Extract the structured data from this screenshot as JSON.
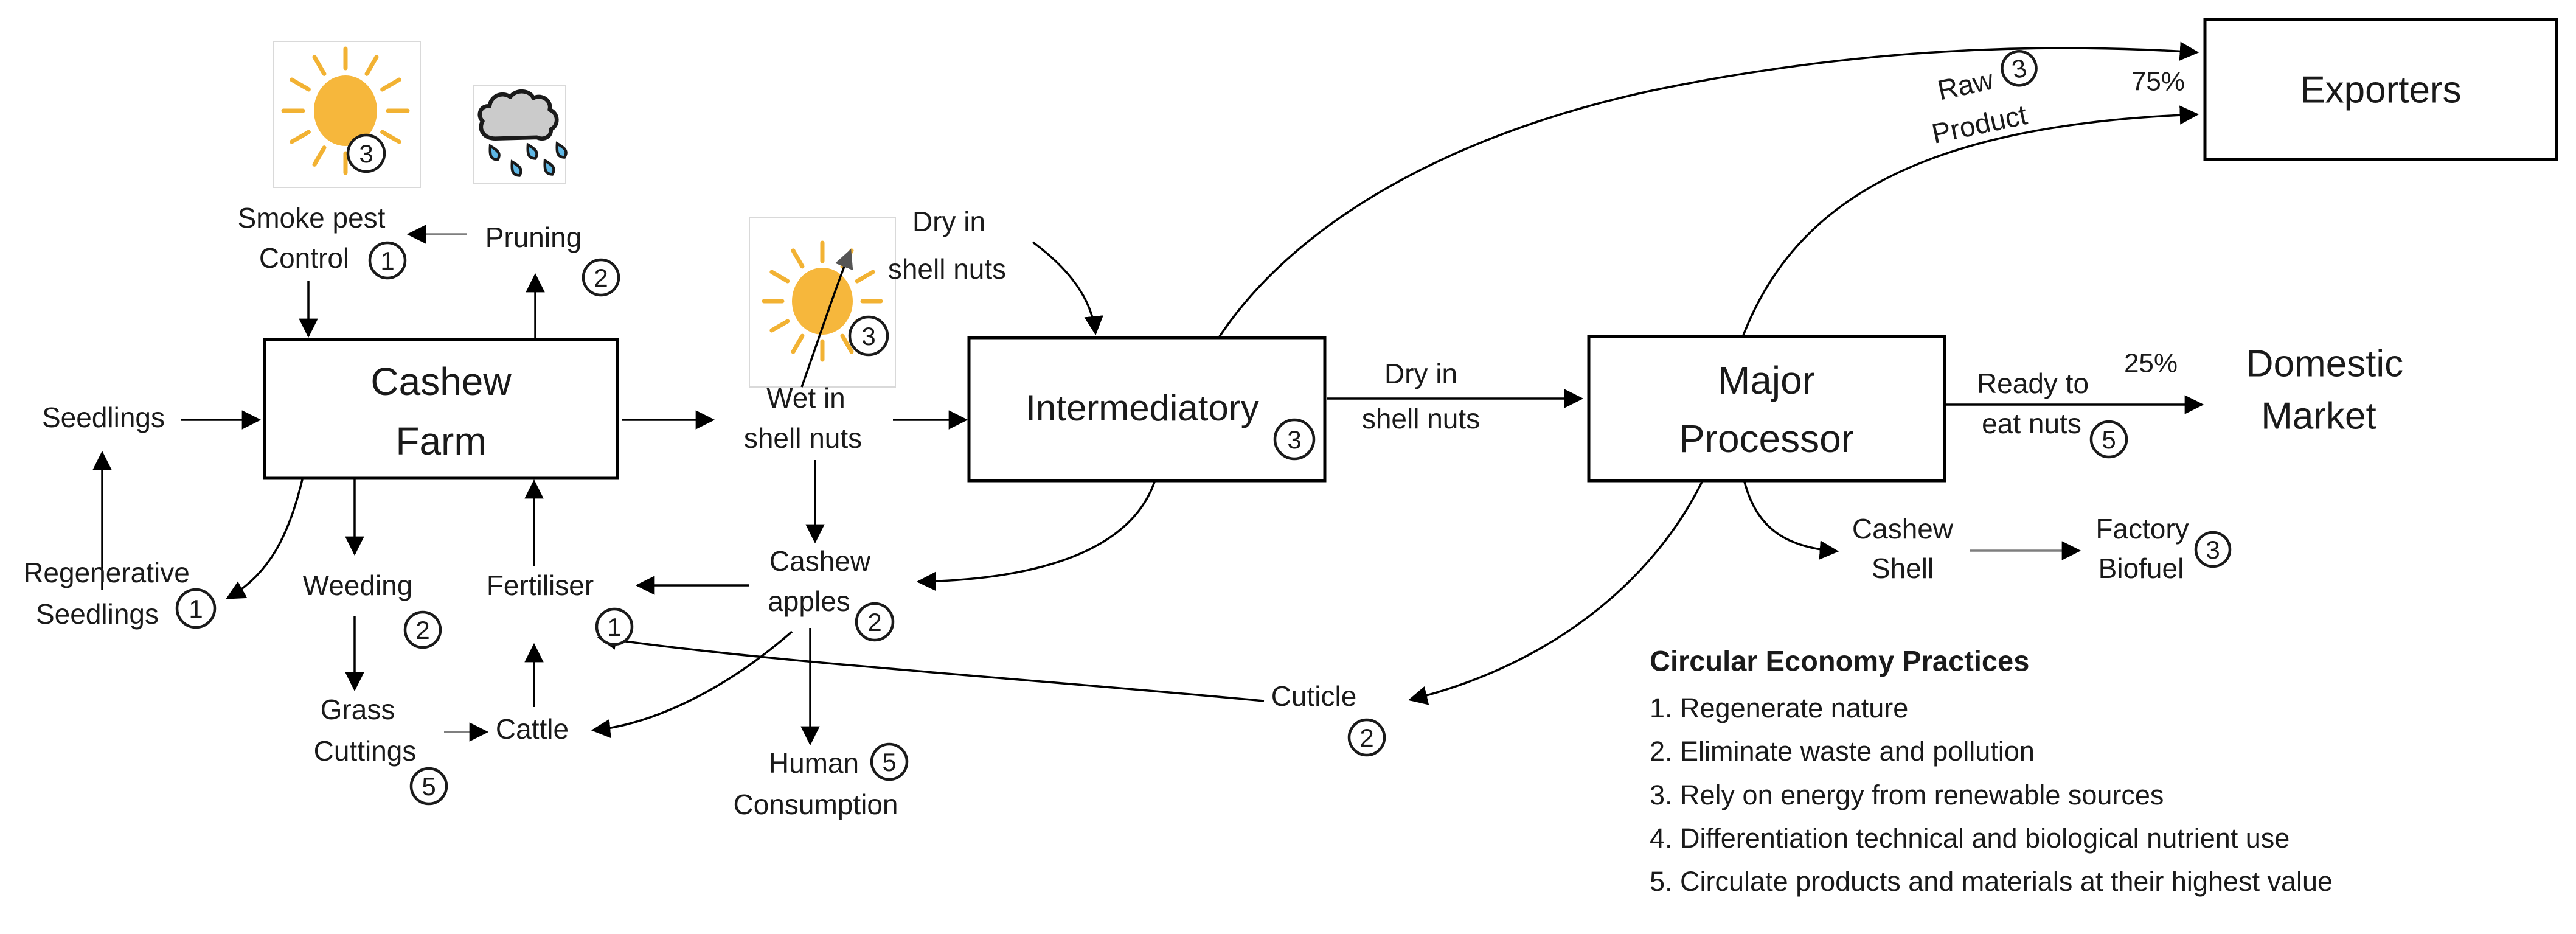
{
  "colors": {
    "sun_fill": "#F6B73C",
    "sun_ray": "#F2B233",
    "cloud_fill": "#CBCBCB",
    "rain_drop": "#5FB8E6",
    "line": "#000000",
    "gray_line": "#7f7f7f"
  },
  "nodes": {
    "seedlings": "Seedlings",
    "regenerative_line1": "Regenerative",
    "regenerative_line2": "Seedlings",
    "smoke_line1": "Smoke pest",
    "smoke_line2": "Control",
    "pruning": "Pruning",
    "weeding": "Weeding",
    "grass_line1": "Grass",
    "grass_line2": "Cuttings",
    "cattle": "Cattle",
    "fertiliser": "Fertiliser",
    "farm_line1": "Cashew",
    "farm_line2": "Farm",
    "wet_line1": "Wet in",
    "wet_line2": "shell nuts",
    "dry_sun_line1": "Dry in",
    "dry_sun_line2": "shell nuts",
    "intermediatory": "Intermediatory",
    "dry_mid_line1": "Dry in",
    "dry_mid_line2": "shell nuts",
    "processor_line1": "Major",
    "processor_line2": "Processor",
    "ready_line1": "Ready to",
    "ready_line2": "eat nuts",
    "domestic_line1": "Domestic",
    "domestic_line2": "Market",
    "exporters": "Exporters",
    "raw_line1": "Raw",
    "raw_line2": "Product",
    "apples_line1": "Cashew",
    "apples_line2": "apples",
    "human_line1": "Human",
    "human_line2": "Consumption",
    "cuticle": "Cuticle",
    "shell_line1": "Cashew",
    "shell_line2": "Shell",
    "biofuel_line1": "Factory",
    "biofuel_line2": "Biofuel",
    "pct_exporters": "75%",
    "pct_domestic": "25%"
  },
  "badges": {
    "sun_top": "3",
    "sun_mid": "3",
    "smoke": "1",
    "pruning": "2",
    "regenerative": "1",
    "weeding": "2",
    "grass": "5",
    "fertiliser": "1",
    "intermediatory": "3",
    "apples": "2",
    "human": "5",
    "cuticle": "2",
    "ready": "5",
    "raw": "3",
    "biofuel": "3"
  },
  "practices": {
    "title": "Circular Economy Practices",
    "items": [
      "1. Regenerate nature",
      "2. Eliminate waste and pollution",
      "3. Rely on energy from renewable sources",
      "4. Differentiation technical and biological nutrient use",
      "5. Circulate products and materials at their highest value"
    ]
  }
}
